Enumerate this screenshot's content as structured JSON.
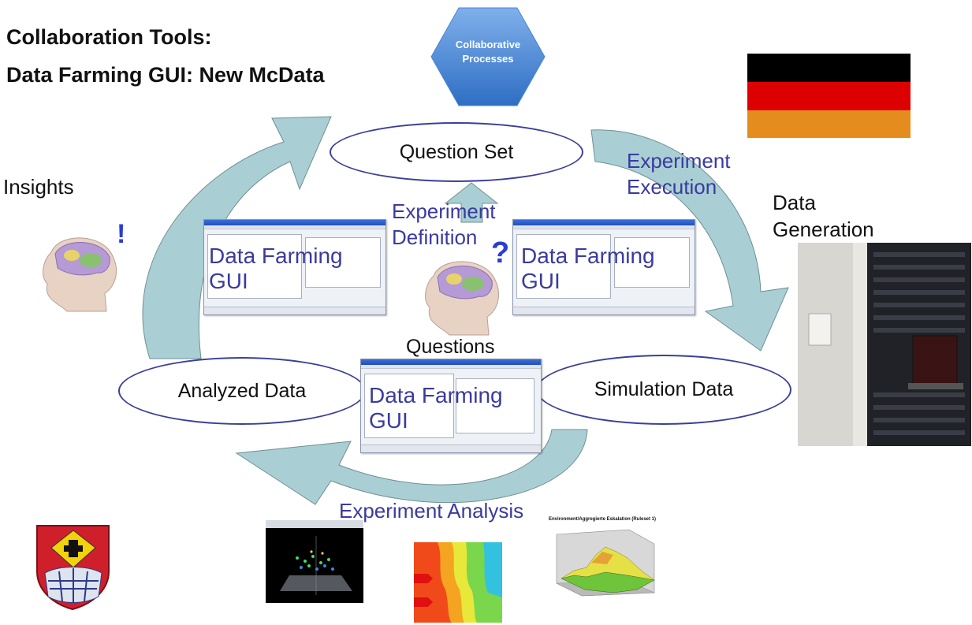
{
  "titles": {
    "line1": "Collaboration Tools:",
    "line2": "Data Farming GUI: New McData"
  },
  "hexagon": {
    "line1": "Collaborative",
    "line2": "Processes"
  },
  "cycle": {
    "question_set": "Question Set",
    "analyzed_data": "Analyzed Data",
    "simulation_data": "Simulation Data",
    "questions": "Questions"
  },
  "labels": {
    "insights": "Insights",
    "data_generation_1": "Data",
    "data_generation_2": "Generation",
    "experiment_execution_1": "Experiment",
    "experiment_execution_2": "Execution",
    "experiment_definition_1": "Experiment",
    "experiment_definition_2": "Definition",
    "experiment_analysis": "Experiment Analysis",
    "exclamation": "!",
    "question_mark": "?"
  },
  "gui_windows": {
    "label": "Data Farming\nGUI"
  },
  "surface_chart": {
    "title": "Environment/Aggregierte Eskalation (Ruleset 1)"
  },
  "colors": {
    "arrow_fill": "#a9cfd4",
    "arrow_stroke": "#6f8f93",
    "ellipse_stroke": "#3b3f9a",
    "label_blue": "#3a3aa0",
    "hexagon_fill": "#4a86d4",
    "flag_black": "#000000",
    "flag_red": "#dd0000",
    "flag_gold": "#ffce00"
  }
}
